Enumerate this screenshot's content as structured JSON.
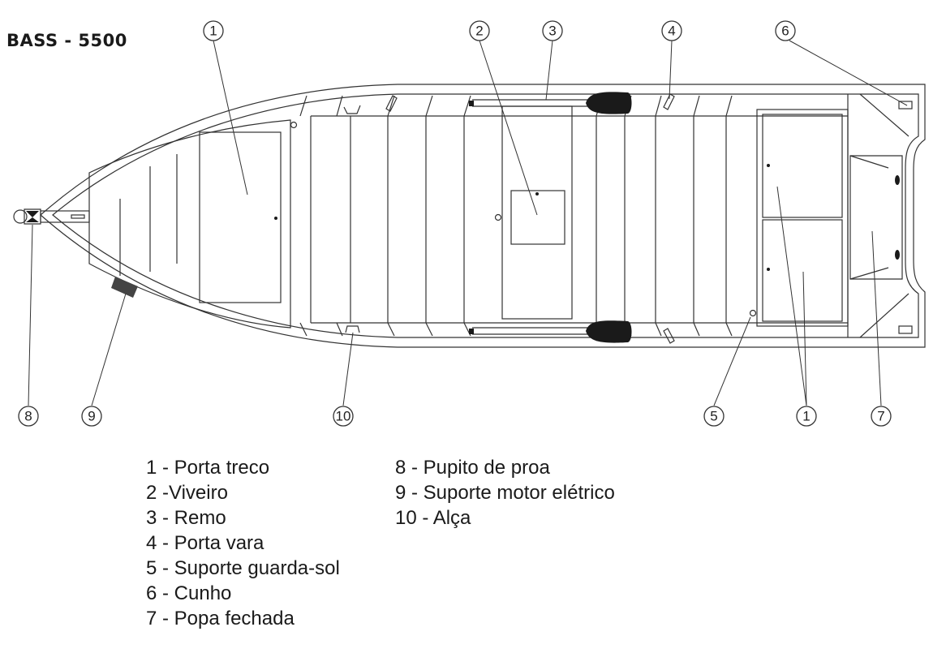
{
  "title": "BASS - 5500",
  "callouts": {
    "c1a": "1",
    "c2": "2",
    "c3": "3",
    "c4": "4",
    "c6": "6",
    "c8": "8",
    "c9": "9",
    "c10": "10",
    "c5": "5",
    "c1b": "1",
    "c7": "7"
  },
  "legend_left": [
    "1 - Porta treco",
    "2 -Viveiro",
    "3 - Remo",
    "4 - Porta vara",
    "5 - Suporte guarda-sol",
    "6 - Cunho",
    "7 - Popa fechada"
  ],
  "legend_right": [
    "8 - Pupito de proa",
    "9 - Suporte motor elétrico",
    "10 - Alça"
  ]
}
